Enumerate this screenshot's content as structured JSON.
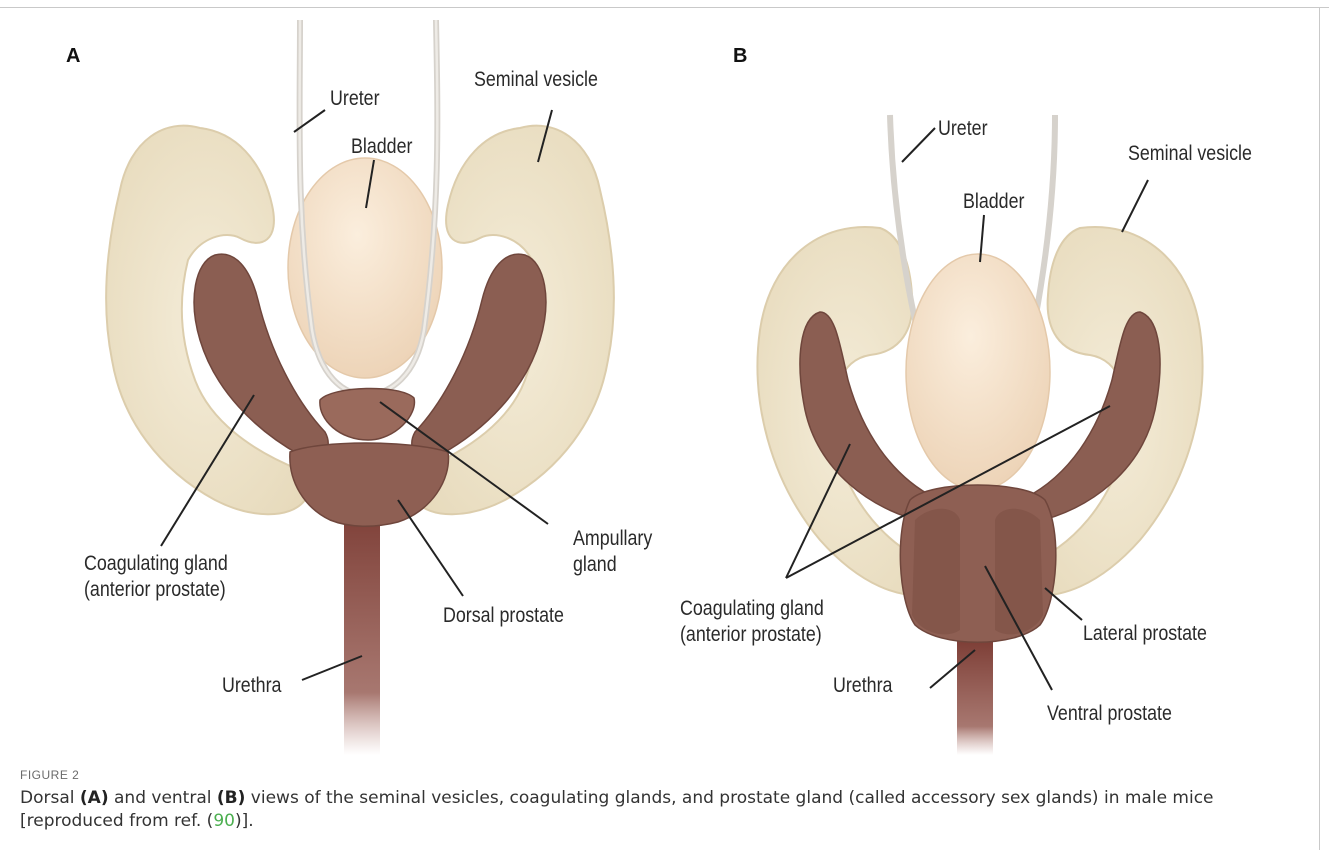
{
  "panels": [
    {
      "letter": "A",
      "labels": {
        "ureter": "Ureter",
        "seminal_vesicle": "Seminal vesicle",
        "bladder": "Bladder",
        "ampullary_1": "Ampullary",
        "ampullary_2": "gland",
        "coag_1": "Coagulating gland",
        "coag_2": "(anterior prostate)",
        "dorsal": "Dorsal prostate",
        "urethra": "Urethra"
      }
    },
    {
      "letter": "B",
      "labels": {
        "ureter": "Ureter",
        "seminal_vesicle": "Seminal vesicle",
        "bladder": "Bladder",
        "coag_1": "Coagulating gland",
        "coag_2": "(anterior prostate)",
        "lateral": "Lateral prostate",
        "urethra": "Urethra",
        "ventral": "Ventral prostate"
      }
    }
  ],
  "caption": {
    "figure_label": "FIGURE 2",
    "part1": "Dorsal ",
    "part2": "(A)",
    "part3": " and ventral ",
    "part4": "(B)",
    "part5": " views of the seminal vesicles, coagulating glands, and prostate gland (called accessory sex glands) in male mice [reproduced from ref. (",
    "ref": "90",
    "part6": ")]."
  },
  "colors": {
    "vesicle": "#efe6cf",
    "vesicle_edge": "#dcceae",
    "gland": "#8b5e52",
    "gland_dark": "#6f463c",
    "bladder": "#f3dcc2",
    "urethra": "#7d3e36",
    "ureter": "#d9d6d0",
    "reference_link": "#4caf50"
  }
}
